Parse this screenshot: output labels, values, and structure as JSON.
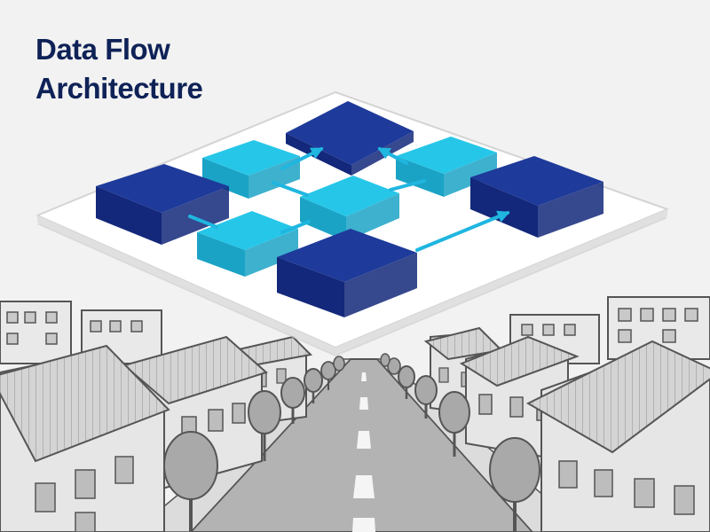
{
  "title": {
    "line1": "Data Flow",
    "line2": "Architecture"
  },
  "colors": {
    "title": "#0f2257",
    "background": "#f2f2f2",
    "platform": "#ffffff",
    "platform_edge": "#d6d6d6",
    "dark_block_top": "#1e3a9a",
    "dark_block_side": "#13287a",
    "light_block_top": "#26c6e8",
    "light_block_side": "#1ba3c6",
    "arrow": "#1fb6e0",
    "city_line": "#555555",
    "city_fill": "#e6e6e6",
    "city_shadow": "#b9b9b9",
    "road": "#8f8f8f",
    "tree": "#a8a8a8"
  },
  "diagram": {
    "blocks": [
      {
        "id": "dark-top",
        "tone": "dark"
      },
      {
        "id": "dark-left",
        "tone": "dark"
      },
      {
        "id": "dark-right",
        "tone": "dark"
      },
      {
        "id": "dark-bottom",
        "tone": "dark"
      },
      {
        "id": "light-upper-left",
        "tone": "light"
      },
      {
        "id": "light-upper-right",
        "tone": "light"
      },
      {
        "id": "light-center",
        "tone": "light"
      },
      {
        "id": "light-lower-left",
        "tone": "light"
      }
    ],
    "connections": [
      {
        "from": "light-upper-left",
        "to": "dark-top"
      },
      {
        "from": "light-upper-right",
        "to": "dark-top"
      },
      {
        "from": "light-center",
        "to": "light-upper-right"
      },
      {
        "from": "light-upper-left",
        "to": "light-center"
      },
      {
        "from": "dark-left",
        "to": "light-lower-left"
      },
      {
        "from": "light-lower-left",
        "to": "light-center"
      },
      {
        "from": "dark-bottom",
        "to": "dark-right"
      }
    ]
  },
  "scene": {
    "background": "city street with rows of buildings and trees converging to a vanishing point"
  }
}
